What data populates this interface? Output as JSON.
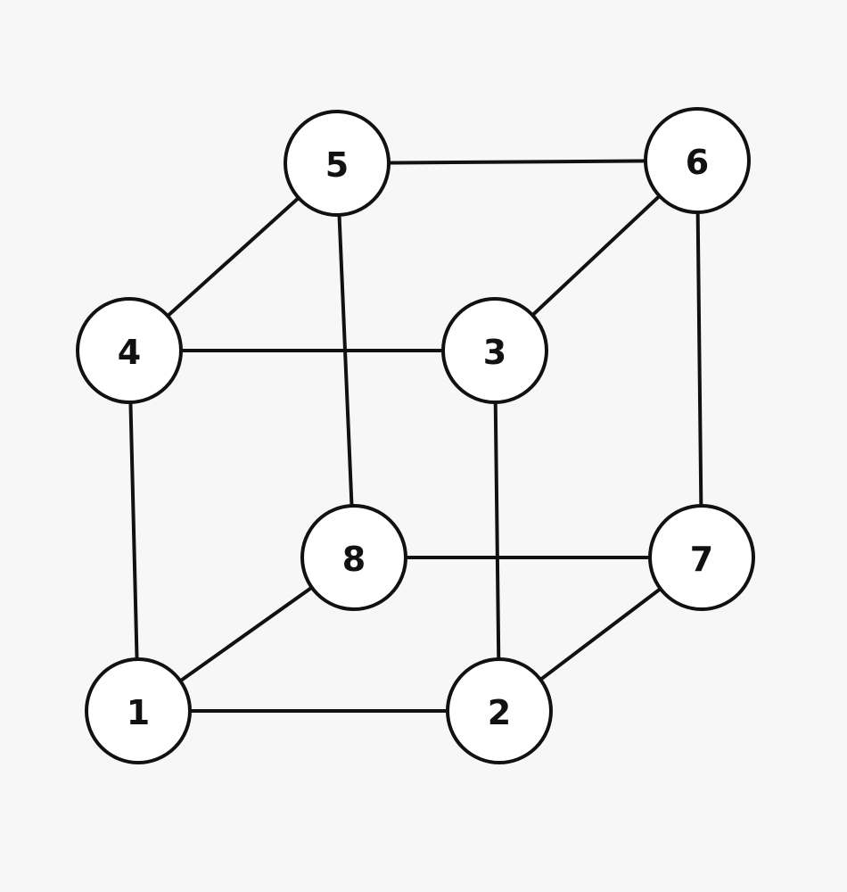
{
  "graph": {
    "nodes": [
      {
        "id": "1",
        "label": "1"
      },
      {
        "id": "2",
        "label": "2"
      },
      {
        "id": "3",
        "label": "3"
      },
      {
        "id": "4",
        "label": "4"
      },
      {
        "id": "5",
        "label": "5"
      },
      {
        "id": "6",
        "label": "6"
      },
      {
        "id": "7",
        "label": "7"
      },
      {
        "id": "8",
        "label": "8"
      }
    ],
    "edges": [
      [
        "1",
        "2"
      ],
      [
        "1",
        "4"
      ],
      [
        "1",
        "8"
      ],
      [
        "2",
        "3"
      ],
      [
        "2",
        "7"
      ],
      [
        "3",
        "4"
      ],
      [
        "3",
        "6"
      ],
      [
        "4",
        "5"
      ],
      [
        "5",
        "6"
      ],
      [
        "5",
        "8"
      ],
      [
        "6",
        "7"
      ],
      [
        "7",
        "8"
      ]
    ]
  }
}
